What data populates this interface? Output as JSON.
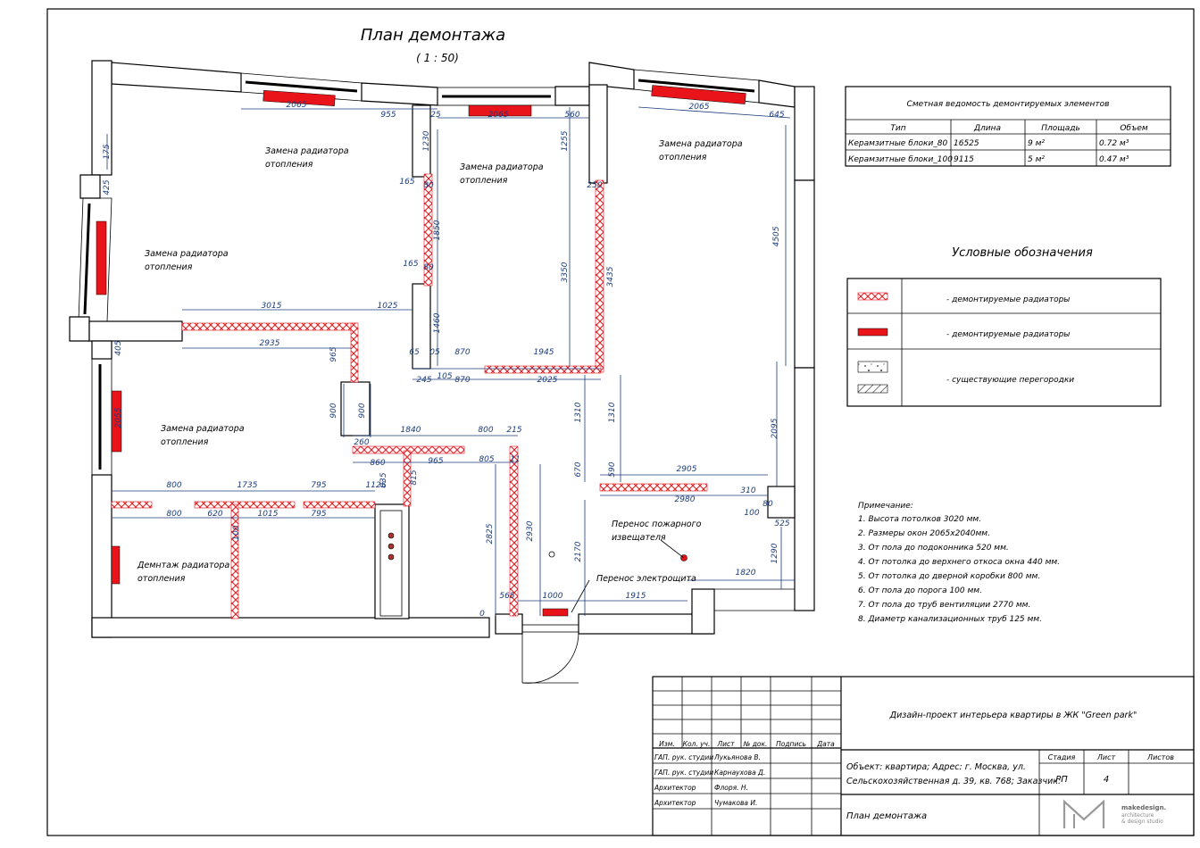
{
  "plan": {
    "title": "План демонтажа",
    "scale": "( 1 : 50)"
  },
  "room_labels": [
    {
      "line1": "Замена радиатора",
      "line2": "отопления"
    },
    {
      "line1": "Замена радиатора",
      "line2": "отопления"
    },
    {
      "line1": "Замена радиатора",
      "line2": "отопления"
    },
    {
      "line1": "Замена радиатора",
      "line2": "отопления"
    },
    {
      "line1": "Замена радиатора",
      "line2": "отопления"
    },
    {
      "line1": "Демнтаж радиатора",
      "line2": "отопления"
    }
  ],
  "notes_on_plan": {
    "fire_detector_1": "Перенос пожарного",
    "fire_detector_2": "извещателя",
    "panel": "Перенос электрощита"
  },
  "dimensions": [
    "2065",
    "955",
    "25",
    "2065",
    "560",
    "2065",
    "645",
    "1230",
    "1255",
    "250",
    "165",
    "80",
    "1850",
    "3350",
    "3435",
    "4505",
    "165",
    "80",
    "3015",
    "1025",
    "2935",
    "1460",
    "405",
    "965",
    "65",
    "05",
    "870",
    "1945",
    "245",
    "105",
    "870",
    "2025",
    "2055",
    "900",
    "900",
    "1840",
    "800",
    "215",
    "1310",
    "1310",
    "2095",
    "260",
    "860",
    "965",
    "805",
    "11",
    "670",
    "590",
    "2905",
    "2980",
    "310",
    "100",
    "80",
    "525",
    "800",
    "1735",
    "795",
    "1125",
    "835",
    "815",
    "800",
    "620",
    "1015",
    "795",
    "2825",
    "2930",
    "2170",
    "1290",
    "100",
    "565",
    "1000",
    "1915",
    "1820",
    "425",
    "175",
    "0"
  ],
  "schedule": {
    "title": "Сметная ведомость демонтируемых элементов",
    "headers": [
      "Тип",
      "Длина",
      "Площадь",
      "Объем"
    ],
    "rows": [
      [
        "Керамзитные блоки_80",
        "16525",
        "9 м²",
        "0.72 м³"
      ],
      [
        "Керамзитные блоки_100",
        "9115",
        "5 м²",
        "0.47 м³"
      ]
    ]
  },
  "legend": {
    "title": "Условные обозначения",
    "items": [
      {
        "label": "- демонтируемые радиаторы"
      },
      {
        "label": "- демонтируемые радиаторы"
      },
      {
        "label": "- существующие перегородки"
      }
    ]
  },
  "notes": {
    "heading": "Примечание:",
    "items": [
      "1. Высота потолков 3020 мм.",
      "2. Размеры окон 2065х2040мм.",
      "3. От пола до подоконника 520 мм.",
      "4. От потолка до верхнего откоса окна 440 мм.",
      "5. От потолка до дверной коробки 800 мм.",
      "6. От пола до порога 100 мм.",
      "7. От пола до труб вентиляции 2770 мм.",
      "8. Диаметр канализационных труб 125 мм."
    ]
  },
  "title_block": {
    "project": "Дизайн-проект интерьера квартиры в ЖК \"Green park\"",
    "col_headers": [
      "Изм.",
      "Кол. уч.",
      "Лист",
      "№ док.",
      "Подпись",
      "Дата"
    ],
    "staff": [
      {
        "role": "ГАП. рук. студии",
        "name": "Лукьянова В."
      },
      {
        "role": "ГАП. рук. студии",
        "name": "Карнаухова Д."
      },
      {
        "role": "Архитектор",
        "name": "Флоря. Н."
      },
      {
        "role": "Архитектор",
        "name": "Чумакова И."
      }
    ],
    "object_line1": "Объект: квартира; Адрес: г. Москва, ул.",
    "object_line2": "Сельскохозяйственная д. 39, кв. 768; Заказчик:",
    "stage_header": "Стадия",
    "sheet_header": "Лист",
    "sheets_header": "Листов",
    "stage": "РП",
    "sheet": "4",
    "sheet_title": "План демонтажа",
    "logo_name": "makedesign.",
    "logo_sub1": "architecture",
    "logo_sub2": "& design studio"
  },
  "colors": {
    "radiator_red": "#e8141a",
    "dimension_blue": "#1a3b7a",
    "hatch_red": "#e8141a",
    "wall_grey": "#bdbdbd"
  }
}
